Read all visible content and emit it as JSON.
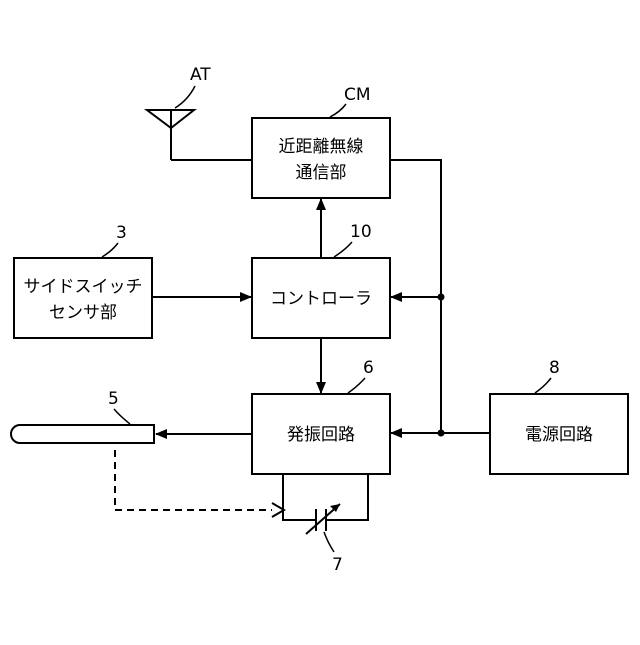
{
  "blocks": {
    "cm": {
      "ref": "CM",
      "line1": "近距離無線",
      "line2": "通信部"
    },
    "controller": {
      "ref": "10",
      "label": "コントローラ"
    },
    "sensor": {
      "ref": "3",
      "line1": "サイドスイッチ",
      "line2": "センサ部"
    },
    "oscillator": {
      "ref": "6",
      "label": "発振回路"
    },
    "power": {
      "ref": "8",
      "label": "電源回路"
    }
  },
  "antenna": {
    "ref": "AT"
  },
  "electrode": {
    "ref": "5"
  },
  "capacitor": {
    "ref": "7"
  }
}
